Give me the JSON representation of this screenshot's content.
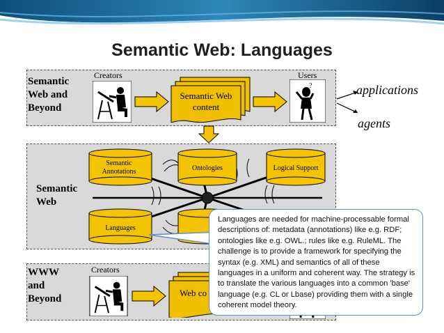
{
  "slide": {
    "title": "Semantic Web: Languages"
  },
  "top_layer": {
    "label": "Semantic\nWeb and\nBeyond",
    "creators": "Creators",
    "users": "Users",
    "doc": "Semantic Web\ncontent"
  },
  "middle_layer": {
    "label": "Semantic\nWeb",
    "nodes": {
      "annotations": "Semantic Annotations",
      "ontologies": "Ontologies",
      "logical_support": "Logical Support",
      "languages": "Languages"
    }
  },
  "bottom_layer": {
    "label": "WWW\nand\nBeyond",
    "creators": "Creators",
    "doc": "Web co"
  },
  "outputs": {
    "applications": "applications",
    "agents": "agents"
  },
  "callout": {
    "text": "Languages are needed for machine-processable formal descriptions of: metadata (annotations) like e.g. RDF; ontologies like e.g. OWL.; rules like e.g. RuleML. The challenge is to provide a framework for specifying the syntax (e.g. XML) and semantics of all of these languages in a uniform and coherent way. The strategy is to translate the various languages into a common 'base' language (e.g. CL or Lbase) providing them with a single coherent model theory."
  },
  "colors": {
    "layer_fill": "#d9d9d9",
    "cylinder_fill": "#f5c400",
    "doc_fill": "#f0c000",
    "arrow_fill": "#f5c400",
    "callout_border": "#5b8fd6"
  }
}
